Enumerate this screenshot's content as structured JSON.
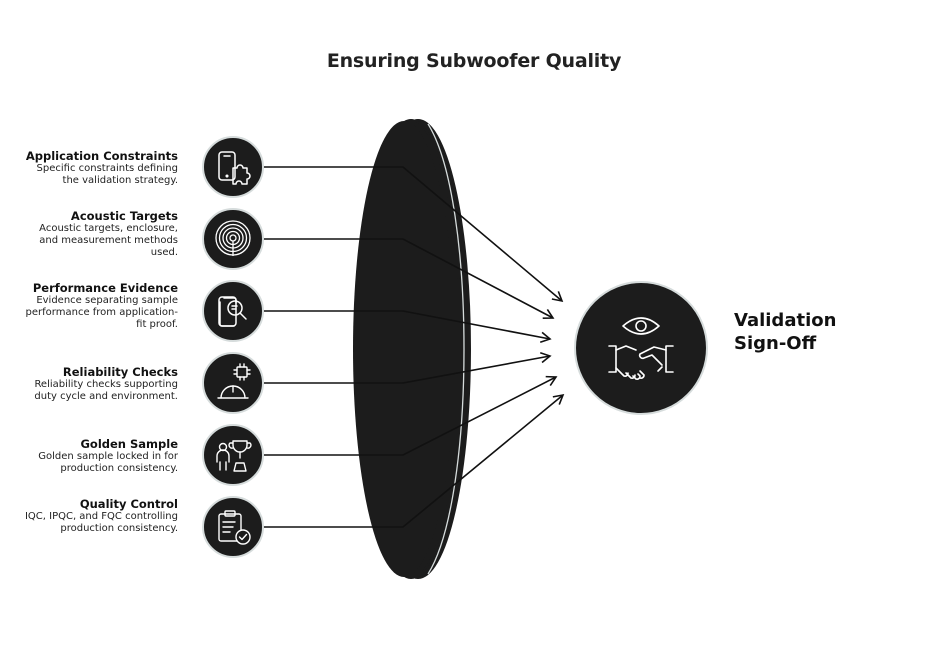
{
  "title": "Ensuring Subwoofer Quality",
  "inputs": [
    {
      "heading": "Application Constraints",
      "description": "Specific constraints defining the validation strategy.",
      "icon": "phone-puzzle-icon"
    },
    {
      "heading": "Acoustic Targets",
      "description": "Acoustic targets, enclosure, and measurement methods used.",
      "icon": "sound-waves-icon"
    },
    {
      "heading": "Performance Evidence",
      "description": "Evidence separating sample performance from application-fit proof.",
      "icon": "document-search-icon"
    },
    {
      "heading": "Reliability Checks",
      "description": "Reliability checks supporting duty cycle and environment.",
      "icon": "chip-hardhat-icon"
    },
    {
      "heading": "Golden Sample",
      "description": "Golden sample locked in for production consistency.",
      "icon": "person-trophy-icon"
    },
    {
      "heading": "Quality Control",
      "description": "IQC, IPQC, and FQC controlling production consistency.",
      "icon": "clipboard-check-icon"
    }
  ],
  "output": {
    "label": "Validation Sign-Off",
    "icon": "eye-handshake-icon"
  },
  "colors": {
    "dark": "#1c1c1c",
    "ring": "#d6dcdc",
    "line": "#111111"
  }
}
